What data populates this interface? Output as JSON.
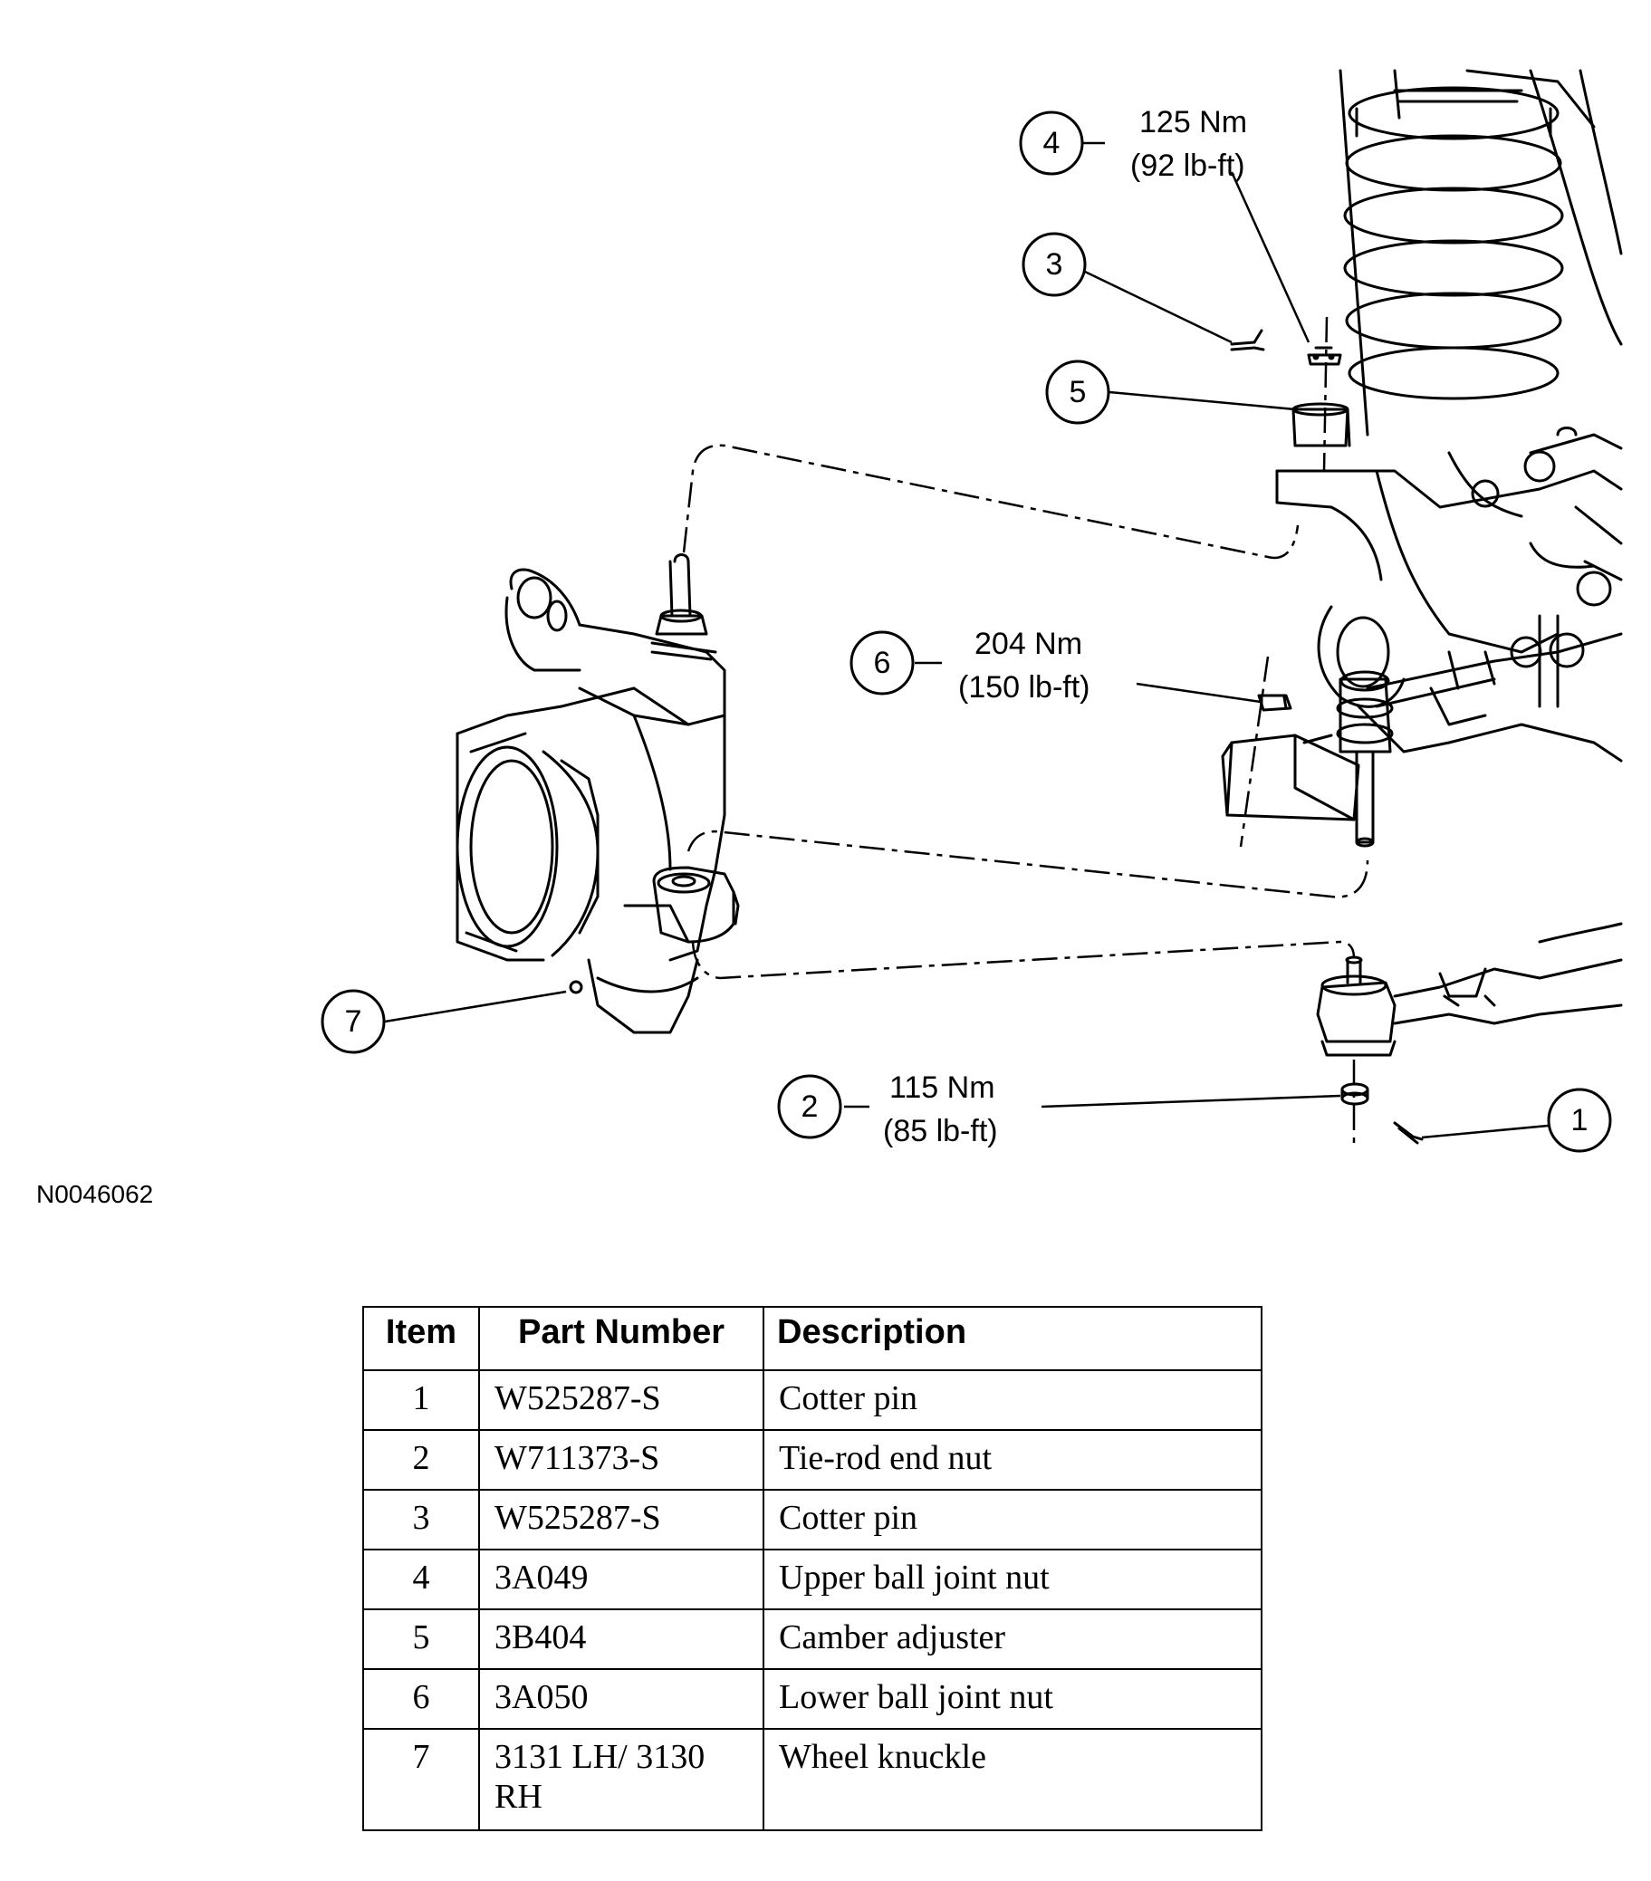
{
  "figure_id": "N0046062",
  "callouts": [
    {
      "num": "1",
      "torque": "",
      "torque_imperial": ""
    },
    {
      "num": "2",
      "torque": "115 Nm",
      "torque_imperial": "(85 lb-ft)"
    },
    {
      "num": "3",
      "torque": "",
      "torque_imperial": ""
    },
    {
      "num": "4",
      "torque": "125 Nm",
      "torque_imperial": "(92 lb-ft)"
    },
    {
      "num": "5",
      "torque": "",
      "torque_imperial": ""
    },
    {
      "num": "6",
      "torque": "204 Nm",
      "torque_imperial": "(150 lb-ft)"
    },
    {
      "num": "7",
      "torque": "",
      "torque_imperial": ""
    }
  ],
  "table": {
    "headers": {
      "item": "Item",
      "part_number": "Part Number",
      "description": "Description"
    },
    "rows": [
      {
        "item": "1",
        "part_number": "W525287-S",
        "description": "Cotter pin"
      },
      {
        "item": "2",
        "part_number": "W711373-S",
        "description": "Tie-rod end nut"
      },
      {
        "item": "3",
        "part_number": "W525287-S",
        "description": "Cotter pin"
      },
      {
        "item": "4",
        "part_number": "3A049",
        "description": "Upper ball joint nut"
      },
      {
        "item": "5",
        "part_number": "3B404",
        "description": "Camber adjuster"
      },
      {
        "item": "6",
        "part_number": "3A050",
        "description": "Lower ball joint nut"
      },
      {
        "item": "7",
        "part_number": "3131 LH/ 3130 RH",
        "description": "Wheel knuckle"
      }
    ]
  }
}
